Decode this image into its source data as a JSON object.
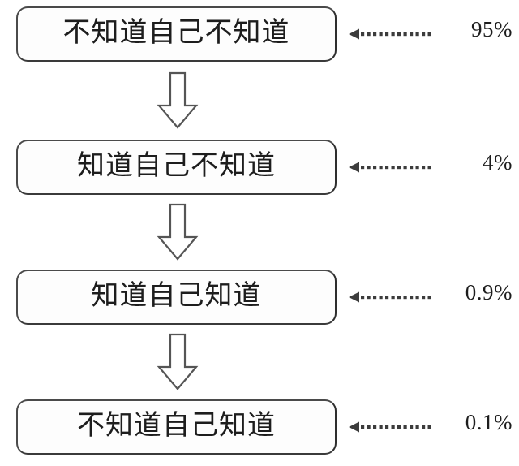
{
  "diagram": {
    "type": "flowchart",
    "orientation": "vertical",
    "title": "",
    "connector_icon": "dotted-left-arrow",
    "flow_icon": "block-down-arrow",
    "colors": {
      "background": "#ffffff",
      "box_border": "#4a4a4a",
      "text": "#1d1d1d",
      "arrow": "#3c3c3c"
    },
    "stages": [
      {
        "label": "不知道自己不知道",
        "percent": "95%"
      },
      {
        "label": "知道自己不知道",
        "percent": "4%"
      },
      {
        "label": "知道自己知道",
        "percent": "0.9%"
      },
      {
        "label": "不知道自己知道",
        "percent": "0.1%"
      }
    ]
  },
  "chart_data": {
    "type": "bar",
    "title": "",
    "categories": [
      "不知道自己不知道",
      "知道自己不知道",
      "知道自己知道",
      "不知道自己知道"
    ],
    "values": [
      95,
      4,
      0.9,
      0.1
    ],
    "value_labels": [
      "95%",
      "4%",
      "0.9%",
      "0.1%"
    ],
    "xlabel": "",
    "ylabel": "",
    "ylim": [
      0,
      100
    ]
  }
}
